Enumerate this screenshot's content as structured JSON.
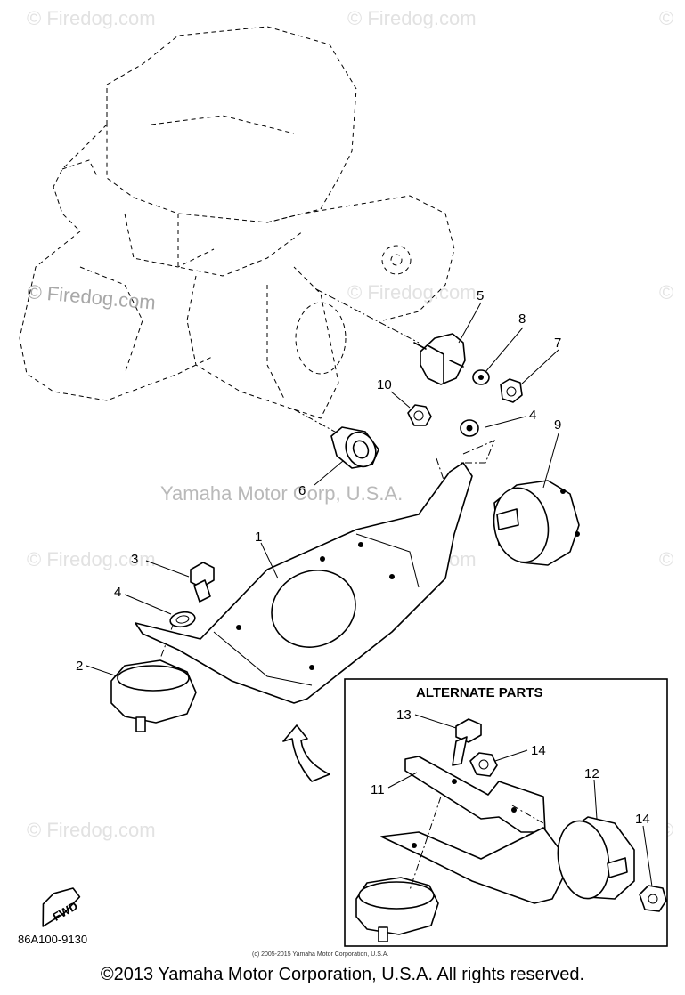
{
  "watermark": {
    "brand": "© Firedog.com",
    "source": "Yamaha Motor Corp, U.S.A."
  },
  "diagram": {
    "callouts": {
      "p1": "1",
      "p2": "2",
      "p3": "3",
      "p4a": "4",
      "p4b": "4",
      "p5": "5",
      "p6": "6",
      "p7": "7",
      "p8": "8",
      "p9": "9",
      "p10": "10"
    },
    "alternate": {
      "title": "ALTERNATE PARTS",
      "p11": "11",
      "p12": "12",
      "p13": "13",
      "p14a": "14",
      "p14b": "14"
    },
    "fwd_label": "FWD",
    "diagram_code": "86A100-9130",
    "small_copyright": "(c) 2005-2015 Yamaha Motor Corporation, U.S.A."
  },
  "footer": {
    "copyright": "©2013 Yamaha Motor Corporation, U.S.A. All rights reserved."
  }
}
